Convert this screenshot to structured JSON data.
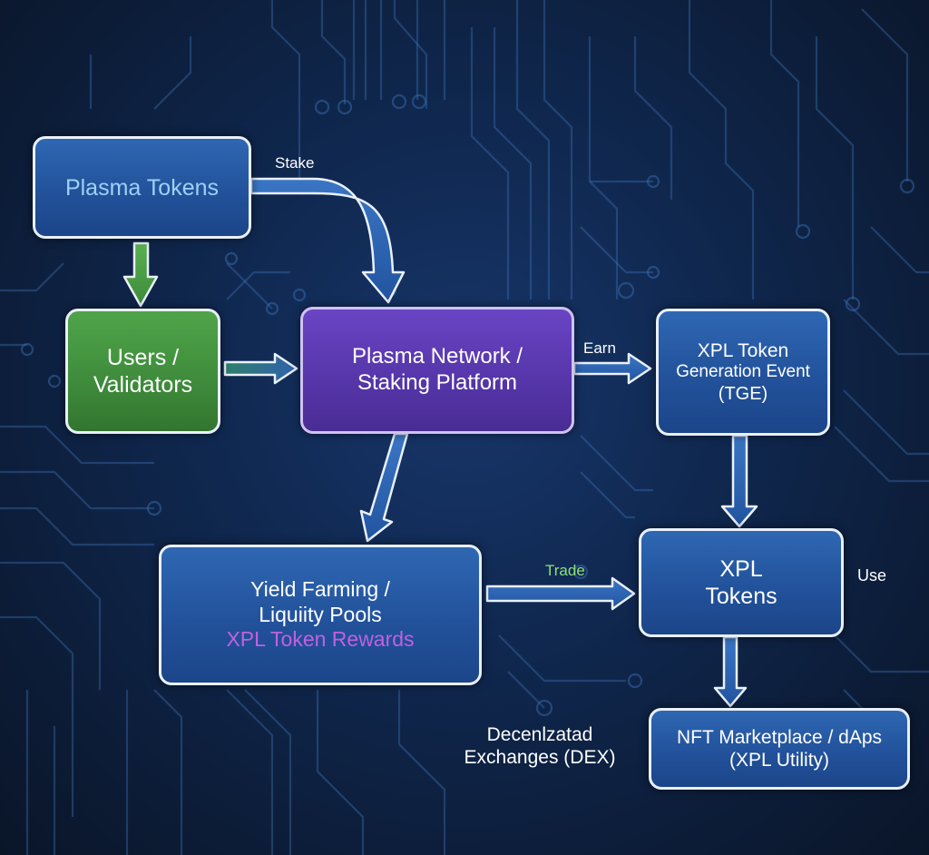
{
  "diagram": {
    "colors": {
      "background": "#0f264c",
      "node_blue": "#22529b",
      "node_green": "#3e8b3b",
      "node_purple": "#5535a8",
      "arrow_blue": "#2e64b0",
      "arrow_green": "#4a9a45",
      "plasma_tokens_text": "#9fd1f5",
      "rewards_text": "#c061e0",
      "trade_label": "#8fe07a"
    },
    "nodes": {
      "plasma_tokens": {
        "lines": [
          "Plasma Tokens"
        ]
      },
      "users_validators": {
        "lines": [
          "Users /",
          "Validators"
        ]
      },
      "plasma_network": {
        "lines": [
          "Plasma Network /",
          "Staking Platform"
        ]
      },
      "xpl_tge": {
        "lines": [
          "XPL Token",
          "Generation Event",
          "(TGE)"
        ]
      },
      "yield_farming": {
        "lines": [
          "Yield Farming /",
          "Liquiity Pools"
        ],
        "highlight": "XPL Token Rewards"
      },
      "xpl_tokens": {
        "lines": [
          "XPL",
          "Tokens"
        ]
      },
      "nft_marketplace": {
        "lines": [
          "NFT Marketplace / dAps",
          "(XPL Utility)"
        ]
      }
    },
    "labels": {
      "stake": "Stake",
      "earn": "Earn",
      "trade": "Trade",
      "use": "Use",
      "dex_line1": "Decenlzatad",
      "dex_line2": "Exchanges (DEX)"
    },
    "edges": [
      {
        "from": "Plasma Tokens",
        "to": "Plasma Network / Staking Platform",
        "label": "Stake"
      },
      {
        "from": "Plasma Tokens",
        "to": "Users / Validators",
        "label": ""
      },
      {
        "from": "Users / Validators",
        "to": "Plasma Network / Staking Platform",
        "label": ""
      },
      {
        "from": "Plasma Network / Staking Platform",
        "to": "XPL Token Generation Event (TGE)",
        "label": "Earn"
      },
      {
        "from": "Plasma Network / Staking Platform",
        "to": "Yield Farming / Liquiity Pools",
        "label": ""
      },
      {
        "from": "XPL Token Generation Event (TGE)",
        "to": "XPL Tokens",
        "label": ""
      },
      {
        "from": "Yield Farming / Liquiity Pools",
        "to": "XPL Tokens",
        "label": "Trade"
      },
      {
        "from": "XPL Tokens",
        "to": "NFT Marketplace / dAps (XPL Utility)",
        "label": "Use"
      }
    ]
  }
}
